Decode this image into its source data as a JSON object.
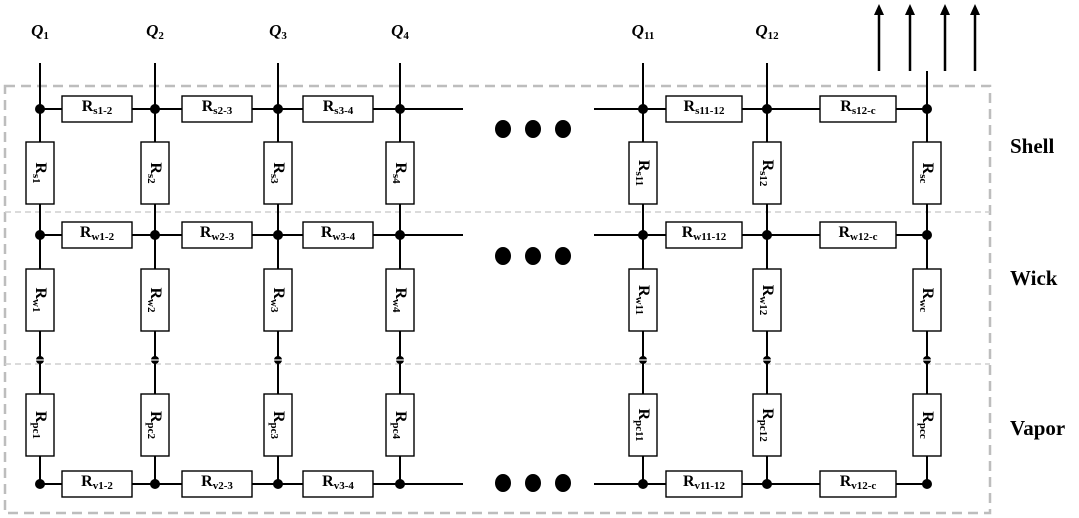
{
  "heat_inputs": [
    {
      "base": "Q",
      "sub": "1"
    },
    {
      "base": "Q",
      "sub": "2"
    },
    {
      "base": "Q",
      "sub": "3"
    },
    {
      "base": "Q",
      "sub": "4"
    },
    {
      "base": "Q",
      "sub": "11"
    },
    {
      "base": "Q",
      "sub": "12"
    }
  ],
  "zones": {
    "shell": "Shell",
    "wick": "Wick",
    "vapor": "Vapor"
  },
  "shell": {
    "axial": [
      {
        "base": "R",
        "sub": "s1-2"
      },
      {
        "base": "R",
        "sub": "s2-3"
      },
      {
        "base": "R",
        "sub": "s3-4"
      },
      {
        "base": "R",
        "sub": "s11-12"
      },
      {
        "base": "R",
        "sub": "s12-c"
      }
    ],
    "radial": [
      {
        "base": "R",
        "sub": "s1"
      },
      {
        "base": "R",
        "sub": "s2"
      },
      {
        "base": "R",
        "sub": "s3"
      },
      {
        "base": "R",
        "sub": "s4"
      },
      {
        "base": "R",
        "sub": "s11"
      },
      {
        "base": "R",
        "sub": "s12"
      },
      {
        "base": "R",
        "sub": "sc"
      }
    ]
  },
  "wick": {
    "axial": [
      {
        "base": "R",
        "sub": "w1-2"
      },
      {
        "base": "R",
        "sub": "w2-3"
      },
      {
        "base": "R",
        "sub": "w3-4"
      },
      {
        "base": "R",
        "sub": "w11-12"
      },
      {
        "base": "R",
        "sub": "w12-c"
      }
    ],
    "radial": [
      {
        "base": "R",
        "sub": "w1"
      },
      {
        "base": "R",
        "sub": "w2"
      },
      {
        "base": "R",
        "sub": "w3"
      },
      {
        "base": "R",
        "sub": "w4"
      },
      {
        "base": "R",
        "sub": "w11"
      },
      {
        "base": "R",
        "sub": "w12"
      },
      {
        "base": "R",
        "sub": "wc"
      }
    ]
  },
  "vapor": {
    "axial": [
      {
        "base": "R",
        "sub": "v1-2"
      },
      {
        "base": "R",
        "sub": "v2-3"
      },
      {
        "base": "R",
        "sub": "v3-4"
      },
      {
        "base": "R",
        "sub": "v11-12"
      },
      {
        "base": "R",
        "sub": "v12-c"
      }
    ],
    "radial": [
      {
        "base": "R",
        "sub": "pc1"
      },
      {
        "base": "R",
        "sub": "pc2"
      },
      {
        "base": "R",
        "sub": "pc3"
      },
      {
        "base": "R",
        "sub": "pc4"
      },
      {
        "base": "R",
        "sub": "pc11"
      },
      {
        "base": "R",
        "sub": "pc12"
      },
      {
        "base": "R",
        "sub": "pcc"
      }
    ]
  },
  "output_arrow_count": 4
}
